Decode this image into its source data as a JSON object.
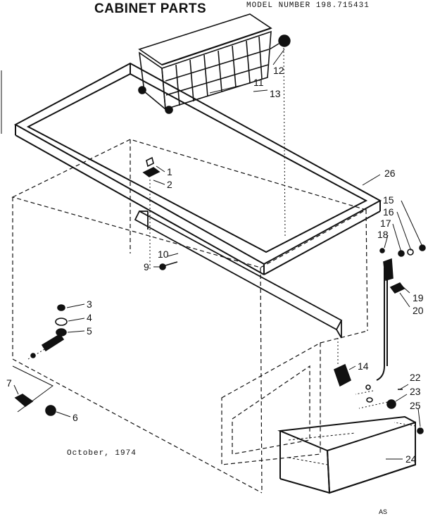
{
  "header": {
    "title": "CABINET PARTS",
    "model": "MODEL NUMBER 198.715431"
  },
  "footer": {
    "date": "October, 1974",
    "code": "AS"
  },
  "callouts": [
    "1",
    "2",
    "3",
    "4",
    "5",
    "6",
    "7",
    "9",
    "10",
    "11",
    "12",
    "13",
    "14",
    "15",
    "16",
    "17",
    "18",
    "19",
    "20",
    "22",
    "23",
    "24",
    "25",
    "26"
  ]
}
